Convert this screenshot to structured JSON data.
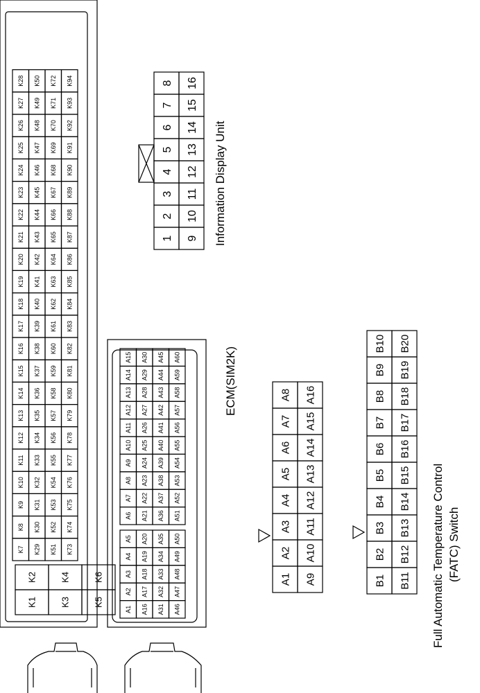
{
  "ecm": {
    "label": "ECM(SIM2K)",
    "k_large_rows": [
      [
        "K1",
        "K2"
      ],
      [
        "K3",
        "K4"
      ],
      [
        "K5",
        "K6"
      ]
    ],
    "k_rows": [
      [
        "K7",
        "K8",
        "K9",
        "K10",
        "K11",
        "K12",
        "K13",
        "K14",
        "K15",
        "K16",
        "K17",
        "K18",
        "K19",
        "K20",
        "K21",
        "K22",
        "K23",
        "K24",
        "K25",
        "K26",
        "K27",
        "K28"
      ],
      [
        "K29",
        "K30",
        "K31",
        "K32",
        "K33",
        "K34",
        "K35",
        "K36",
        "K37",
        "K38",
        "K39",
        "K40",
        "K41",
        "K42",
        "K43",
        "K44",
        "K45",
        "K46",
        "K47",
        "K48",
        "K49",
        "K50"
      ],
      [
        "K51",
        "K52",
        "K53",
        "K54",
        "K55",
        "K56",
        "K57",
        "K58",
        "K59",
        "K60",
        "K61",
        "K62",
        "K63",
        "K64",
        "K65",
        "K66",
        "K67",
        "K68",
        "K69",
        "K70",
        "K71",
        "K72"
      ],
      [
        "K73",
        "K74",
        "K75",
        "K76",
        "K77",
        "K78",
        "K79",
        "K80",
        "K81",
        "K82",
        "K83",
        "K84",
        "K85",
        "K86",
        "K87",
        "K88",
        "K89",
        "K90",
        "K91",
        "K92",
        "K93",
        "K94"
      ]
    ],
    "a_rows": [
      [
        "A1",
        "A2",
        "A3",
        "A4",
        "A5",
        "A6",
        "A7",
        "A8",
        "A9",
        "A10",
        "A11",
        "A12",
        "A13",
        "A14",
        "A15"
      ],
      [
        "A16",
        "A17",
        "A18",
        "A19",
        "A20",
        "A21",
        "A22",
        "A23",
        "A24",
        "A25",
        "A26",
        "A27",
        "A28",
        "A29",
        "A30"
      ],
      [
        "A31",
        "A32",
        "A33",
        "A34",
        "A35",
        "A36",
        "A37",
        "A38",
        "A39",
        "A40",
        "A41",
        "A42",
        "A43",
        "A44",
        "A45"
      ],
      [
        "A46",
        "A47",
        "A48",
        "A49",
        "A50",
        "A51",
        "A52",
        "A53",
        "A54",
        "A55",
        "A56",
        "A57",
        "A58",
        "A59",
        "A60"
      ]
    ]
  },
  "fatc": {
    "label_line1": "Full Automatic Temperature Control",
    "label_line2": "(FATC) Switch",
    "a_rows": [
      [
        "A1",
        "A2",
        "A3",
        "A4",
        "A5",
        "A6",
        "A7",
        "A8"
      ],
      [
        "A9",
        "A10",
        "A11",
        "A12",
        "A13",
        "A14",
        "A15",
        "A16"
      ]
    ],
    "b_rows": [
      [
        "B1",
        "B2",
        "B3",
        "B4",
        "B5",
        "B6",
        "B7",
        "B8",
        "B9",
        "B10"
      ],
      [
        "B11",
        "B12",
        "B13",
        "B14",
        "B15",
        "B16",
        "B17",
        "B18",
        "B19",
        "B20"
      ]
    ]
  },
  "idu": {
    "label": "Information Display Unit",
    "rows": [
      [
        "1",
        "2",
        "3",
        "4",
        "5",
        "6",
        "7",
        "8"
      ],
      [
        "9",
        "10",
        "11",
        "12",
        "13",
        "14",
        "15",
        "16"
      ]
    ]
  }
}
